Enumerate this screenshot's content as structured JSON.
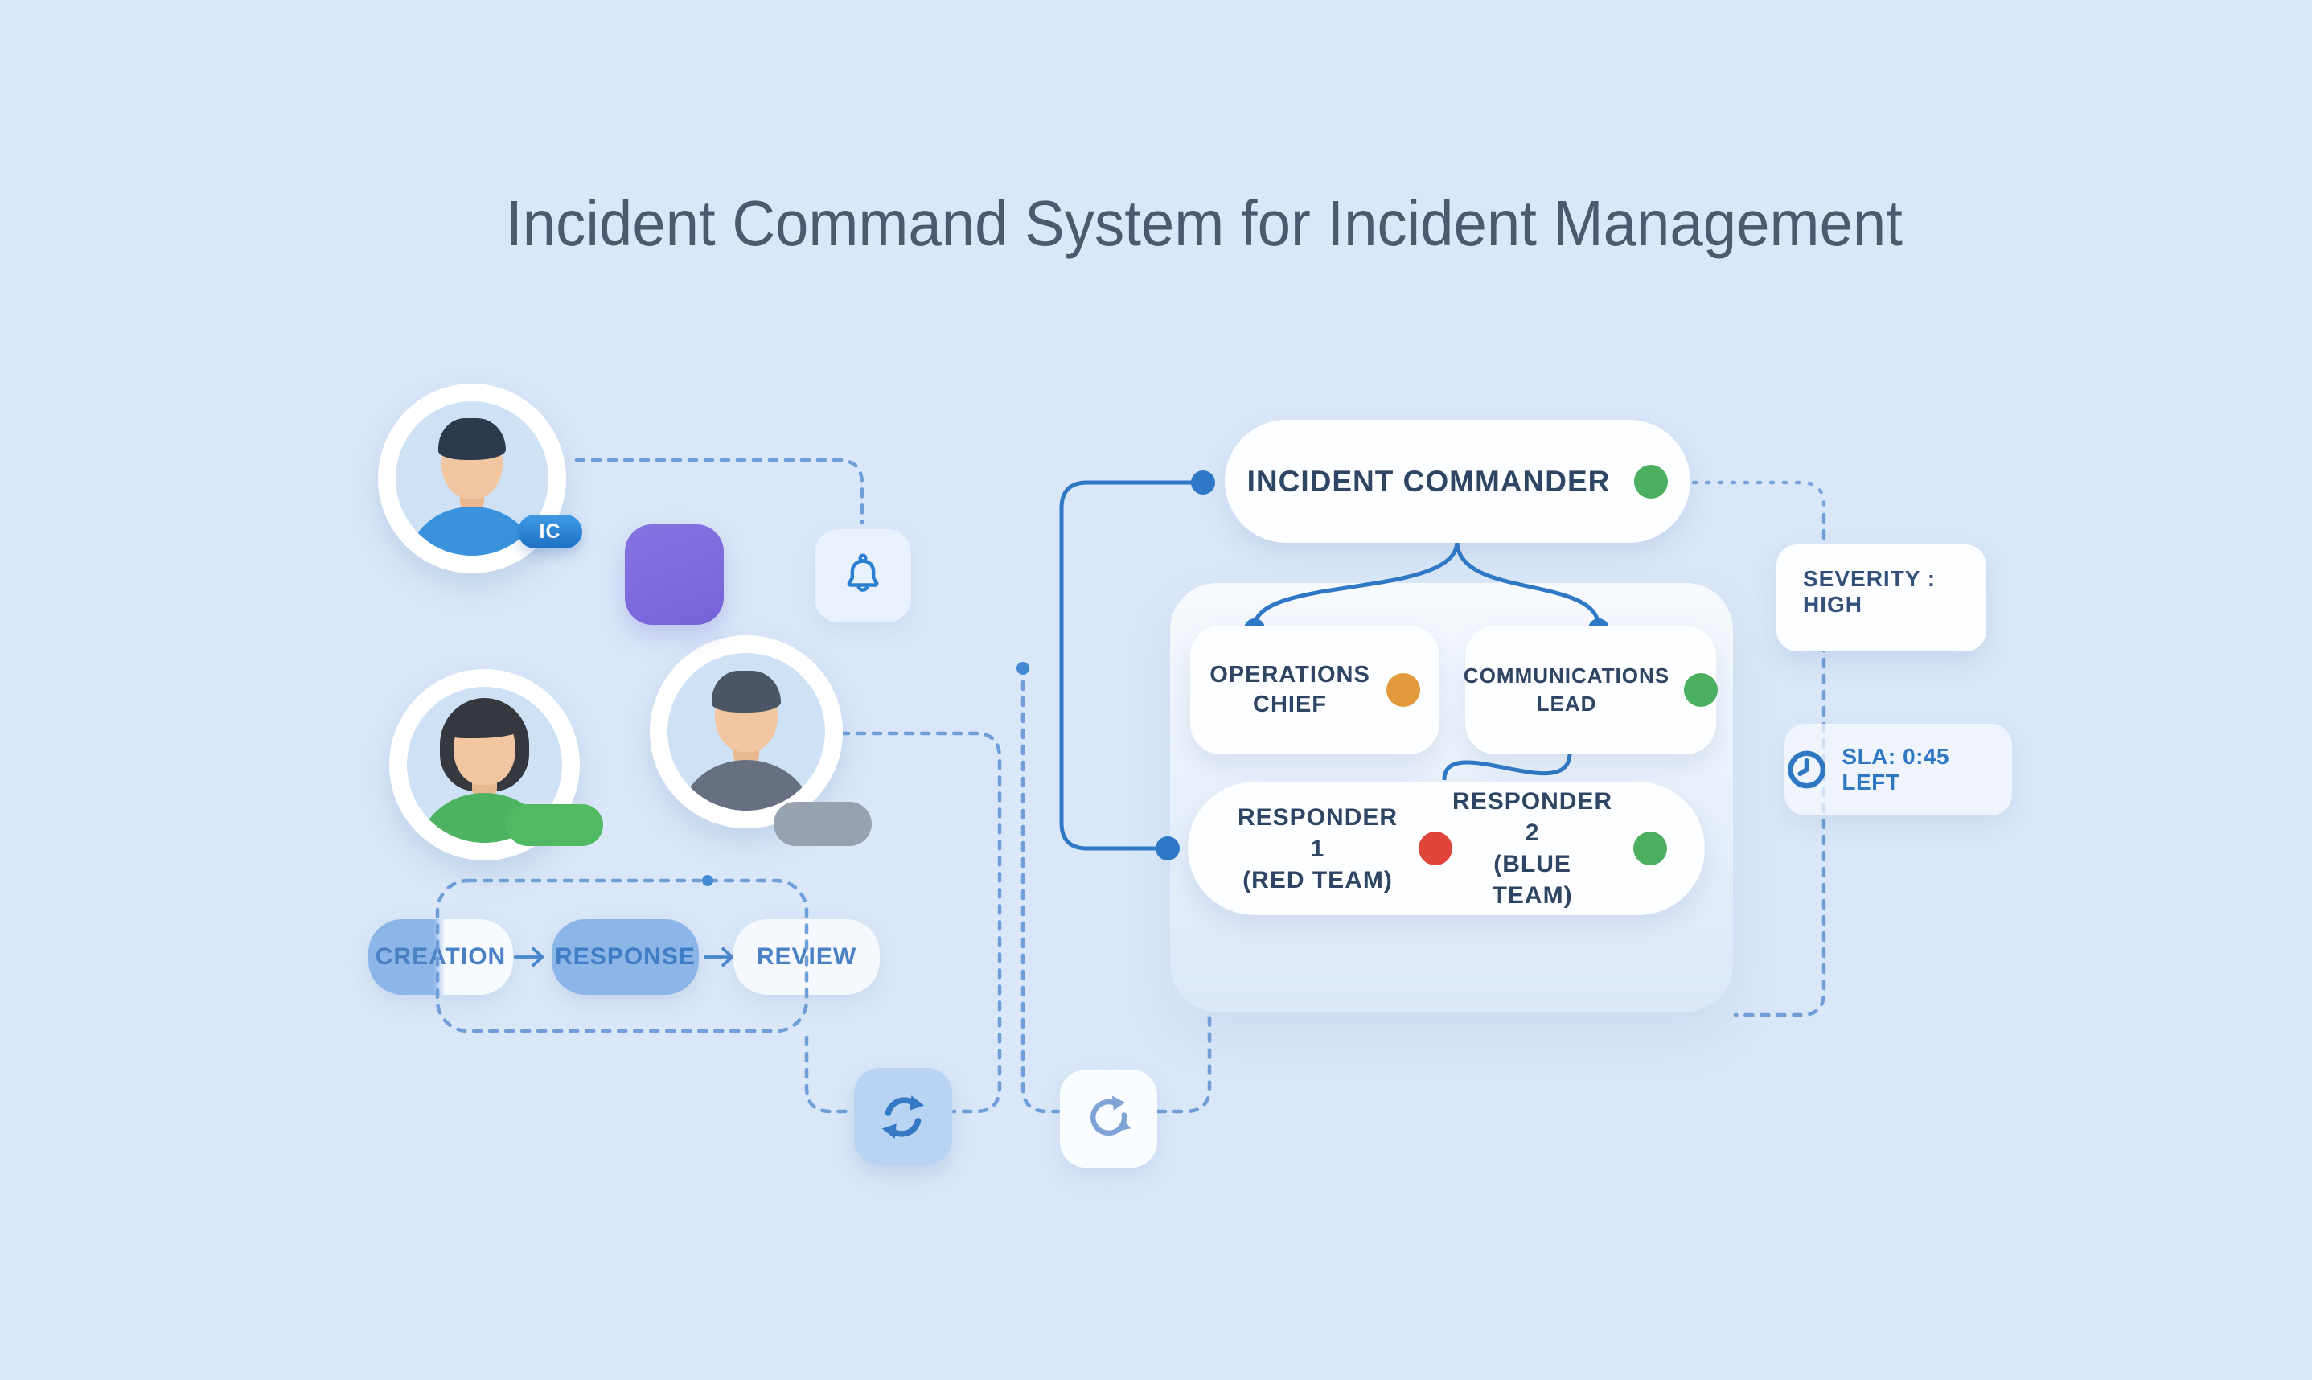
{
  "title": "Incident Command System for Incident Management",
  "avatars": {
    "commander": {
      "badge": "IC"
    },
    "member_green": {
      "badge": ""
    },
    "member_gray": {
      "badge": ""
    }
  },
  "flow": {
    "steps": [
      "CREATION",
      "RESPONSE",
      "REVIEW"
    ]
  },
  "org": {
    "commander": {
      "label": "INCIDENT COMMANDER",
      "status": "green"
    },
    "operations": {
      "line1": "OPERATIONS",
      "line2": "CHIEF",
      "status": "orange"
    },
    "communications": {
      "line1": "COMMUNICATIONS",
      "line2": "LEAD",
      "status": "green"
    },
    "responder1": {
      "line1": "RESPONDER 1",
      "line2": "(RED TEAM)",
      "status": "red"
    },
    "responder2": {
      "line1": "RESPONDER 2",
      "line2": "(BLUE TEAM)",
      "status": "green"
    }
  },
  "badges": {
    "severity": "SEVERITY : HIGH",
    "sla": "SLA: 0:45 LEFT"
  },
  "icons": [
    "bell-icon",
    "sync-icon",
    "refresh-icon",
    "clock-icon",
    "arrow-right-icon"
  ],
  "colors": {
    "background": "#d9e7f8",
    "accent_blue": "#2e78c6",
    "dashed_blue": "#6f9ed9",
    "status_green": "#4caf5f",
    "status_orange": "#e2993c",
    "status_red": "#e0453b",
    "purple": "#7e6bdf",
    "pill_blue": "#8cb5e8",
    "text_dark": "#2e4563",
    "flow_text": "#447ec4"
  }
}
